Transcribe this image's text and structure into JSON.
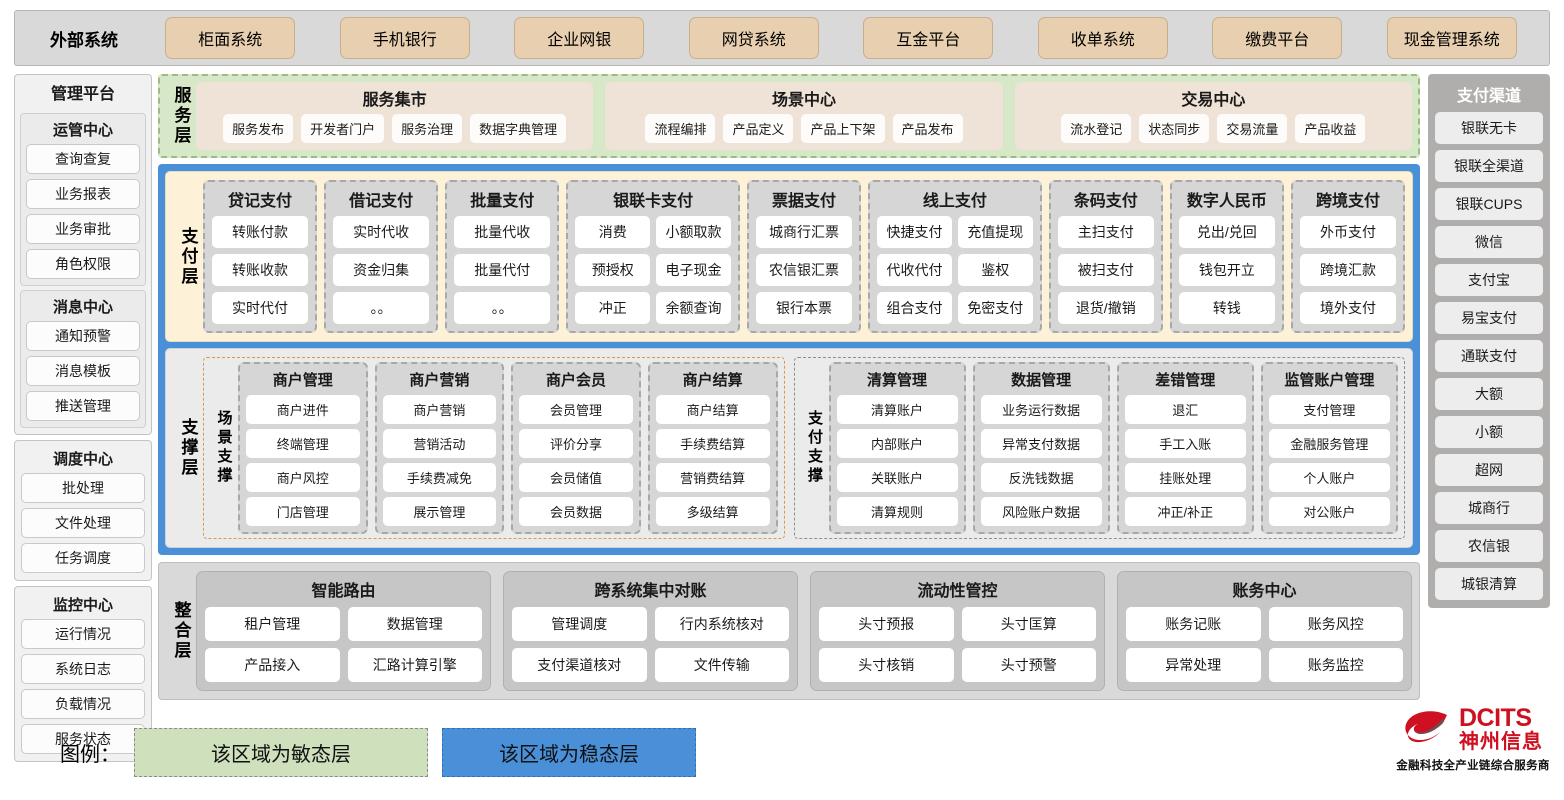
{
  "external": {
    "title": "外部系统",
    "items": [
      "柜面系统",
      "手机银行",
      "企业网银",
      "网贷系统",
      "互金平台",
      "收单系统",
      "缴费平台",
      "现金管理系统"
    ]
  },
  "management": {
    "title": "管理平台",
    "groups": [
      {
        "title": "运管中心",
        "items": [
          "查询查复",
          "业务报表",
          "业务审批",
          "角色权限"
        ]
      },
      {
        "title": "消息中心",
        "items": [
          "通知预警",
          "消息模板",
          "推送管理"
        ]
      },
      {
        "title": "调度中心",
        "items": [
          "批处理",
          "文件处理",
          "任务调度"
        ]
      },
      {
        "title": "监控中心",
        "items": [
          "运行情况",
          "系统日志",
          "负载情况",
          "服务状态"
        ]
      }
    ]
  },
  "service_layer": {
    "label": "服务层",
    "groups": [
      {
        "title": "服务集市",
        "items": [
          "服务发布",
          "开发者门户",
          "服务治理",
          "数据字典管理"
        ]
      },
      {
        "title": "场景中心",
        "items": [
          "流程编排",
          "产品定义",
          "产品上下架",
          "产品发布"
        ]
      },
      {
        "title": "交易中心",
        "items": [
          "流水登记",
          "状态同步",
          "交易流量",
          "产品收益"
        ]
      }
    ]
  },
  "payment_layer": {
    "label": "支付层",
    "groups": [
      {
        "title": "贷记支付",
        "cols": 1,
        "rows": [
          [
            "转账付款"
          ],
          [
            "转账收款"
          ],
          [
            "实时代付"
          ]
        ]
      },
      {
        "title": "借记支付",
        "cols": 1,
        "rows": [
          [
            "实时代收"
          ],
          [
            "资金归集"
          ],
          [
            "。。"
          ]
        ]
      },
      {
        "title": "批量支付",
        "cols": 1,
        "rows": [
          [
            "批量代收"
          ],
          [
            "批量代付"
          ],
          [
            "。。"
          ]
        ]
      },
      {
        "title": "银联卡支付",
        "cols": 2,
        "rows": [
          [
            "消费",
            "小额取款"
          ],
          [
            "预授权",
            "电子现金"
          ],
          [
            "冲正",
            "余额查询"
          ]
        ]
      },
      {
        "title": "票据支付",
        "cols": 1,
        "rows": [
          [
            "城商行汇票"
          ],
          [
            "农信银汇票"
          ],
          [
            "银行本票"
          ]
        ]
      },
      {
        "title": "线上支付",
        "cols": 2,
        "rows": [
          [
            "快捷支付",
            "充值提现"
          ],
          [
            "代收代付",
            "鉴权"
          ],
          [
            "组合支付",
            "免密支付"
          ]
        ]
      },
      {
        "title": "条码支付",
        "cols": 1,
        "rows": [
          [
            "主扫支付"
          ],
          [
            "被扫支付"
          ],
          [
            "退货/撤销"
          ]
        ]
      },
      {
        "title": "数字人民币",
        "cols": 1,
        "rows": [
          [
            "兑出/兑回"
          ],
          [
            "钱包开立"
          ],
          [
            "转钱"
          ]
        ]
      },
      {
        "title": "跨境支付",
        "cols": 1,
        "rows": [
          [
            "外币支付"
          ],
          [
            "跨境汇款"
          ],
          [
            "境外支付"
          ]
        ]
      }
    ]
  },
  "support_layer": {
    "label": "支撑层",
    "scene": {
      "label": "场景支撑",
      "groups": [
        {
          "title": "商户管理",
          "items": [
            "商户进件",
            "终端管理",
            "商户风控",
            "门店管理"
          ]
        },
        {
          "title": "商户营销",
          "items": [
            "商户营销",
            "营销活动",
            "手续费减免",
            "展示管理"
          ]
        },
        {
          "title": "商户会员",
          "items": [
            "会员管理",
            "评价分享",
            "会员储值",
            "会员数据"
          ]
        },
        {
          "title": "商户结算",
          "items": [
            "商户结算",
            "手续费结算",
            "营销费结算",
            "多级结算"
          ]
        }
      ]
    },
    "pay_support": {
      "label": "支付支撑",
      "groups": [
        {
          "title": "清算管理",
          "items": [
            "清算账户",
            "内部账户",
            "关联账户",
            "清算规则"
          ]
        },
        {
          "title": "数据管理",
          "items": [
            "业务运行数据",
            "异常支付数据",
            "反洗钱数据",
            "风险账户数据"
          ]
        },
        {
          "title": "差错管理",
          "items": [
            "退汇",
            "手工入账",
            "挂账处理",
            "冲正/补正"
          ]
        },
        {
          "title": "监管账户管理",
          "items": [
            "支付管理",
            "金融服务管理",
            "个人账户",
            "对公账户"
          ]
        }
      ]
    }
  },
  "integration_layer": {
    "label": "整合层",
    "groups": [
      {
        "title": "智能路由",
        "rows": [
          [
            "租户管理",
            "数据管理"
          ],
          [
            "产品接入",
            "汇路计算引擎"
          ]
        ]
      },
      {
        "title": "跨系统集中对账",
        "rows": [
          [
            "管理调度",
            "行内系统核对"
          ],
          [
            "支付渠道核对",
            "文件传输"
          ]
        ]
      },
      {
        "title": "流动性管控",
        "rows": [
          [
            "头寸预报",
            "头寸匡算"
          ],
          [
            "头寸核销",
            "头寸预警"
          ]
        ]
      },
      {
        "title": "账务中心",
        "rows": [
          [
            "账务记账",
            "账务风控"
          ],
          [
            "异常处理",
            "账务监控"
          ]
        ]
      }
    ]
  },
  "channels": {
    "title": "支付渠道",
    "items": [
      "银联无卡",
      "银联全渠道",
      "银联CUPS",
      "微信",
      "支付宝",
      "易宝支付",
      "通联支付",
      "大额",
      "小额",
      "超网",
      "城商行",
      "农信银",
      "城银清算"
    ]
  },
  "legend": {
    "label": "图例：",
    "agile": "该区域为敏态层",
    "stable": "该区域为稳态层"
  },
  "logo": {
    "en": "DCITS",
    "cn": "神州信息",
    "tagline": "金融科技全产业链综合服务商"
  },
  "colors": {
    "external_item": "#e8cfaf",
    "agile_green": "#cfe0bc",
    "stable_blue": "#4a90d9",
    "payment_cream": "#fdf2d7",
    "brand_red": "#cf1020"
  }
}
